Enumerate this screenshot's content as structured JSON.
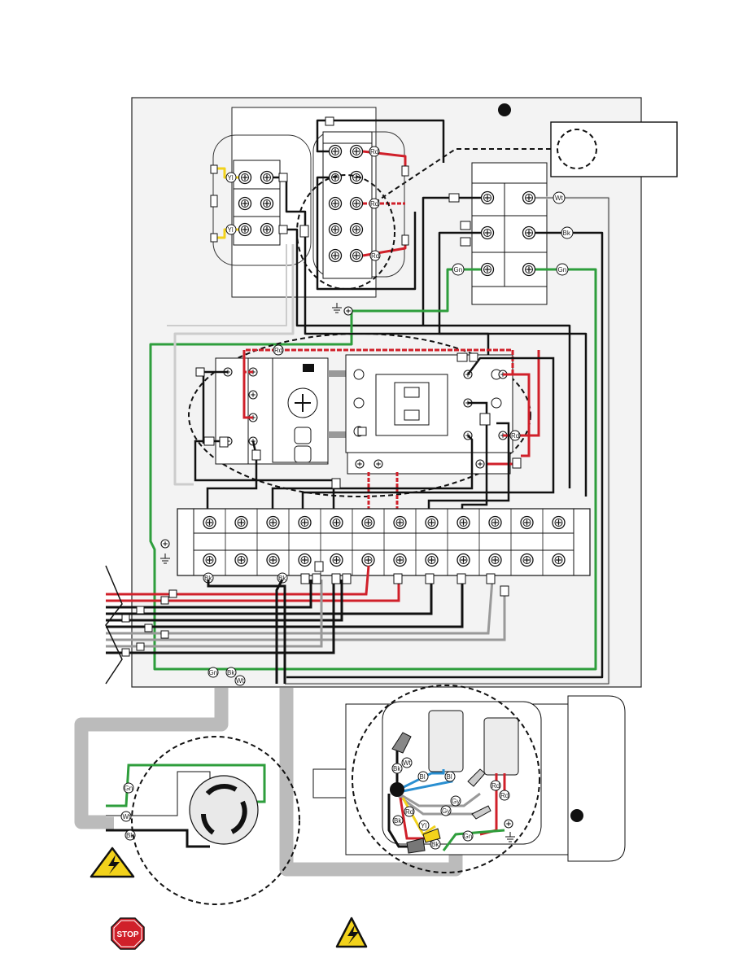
{
  "wire_labels": {
    "yellow": "Yl",
    "red": "Rd",
    "white": "Wt",
    "black": "Bk",
    "green": "Gn",
    "blue": "Bl",
    "gray": "Gy"
  },
  "stop_sign_text": "STOP",
  "colors": {
    "red": "#d0202a",
    "green": "#2e9e3c",
    "yellow": "#f2d21b",
    "blue": "#2a8fd1",
    "gray": "#9a9a9a",
    "black": "#1a1a1a",
    "panel": "#f3f3f3"
  },
  "icons": {
    "warning": "high-voltage-warning-icon",
    "stop": "stop-sign-icon",
    "ground": "ground-symbol-icon"
  }
}
